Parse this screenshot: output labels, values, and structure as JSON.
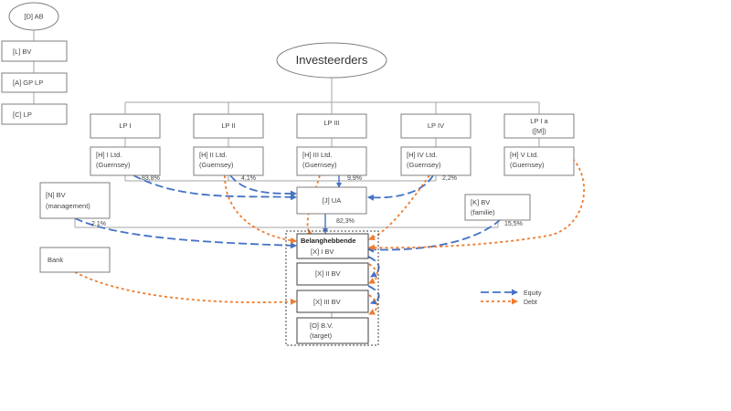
{
  "entities": {
    "d_ab": "[D] AB",
    "l_bv": "[L] BV",
    "a_gp_lp": "[A] GP LP",
    "c_lp": "[C] LP",
    "investeerders": "Investeerders",
    "lp1": "LP I",
    "lp2": "LP II",
    "lp3": "LP III",
    "lp4": "LP IV",
    "lp1a_line1": "LP I a",
    "lp1a_line2": "([M])",
    "h1_line1": "[H] I Ltd.",
    "h1_line2": "(Guernsey)",
    "h2_line1": "[H] II Ltd.",
    "h2_line2": "(Guernsey)",
    "h3_line1": "[H] III Ltd.",
    "h3_line2": "(Guernsey)",
    "h4_line1": "[H] IV Ltd.",
    "h4_line2": "(Guernsey)",
    "h5_line1": "[H] V Ltd.",
    "h5_line2": "(Guernsey)",
    "n_bv_line1": "[N] BV",
    "n_bv_line2": "(management)",
    "j_ua": "[J] UA",
    "k_bv_line1": "[K] BV",
    "k_bv_line2": "(familie)",
    "bank": "Bank",
    "belanghebbende": "Belanghebbende",
    "x1_bv": "[X] I BV",
    "x2_bv": "[X] II BV",
    "x3_bv": "[X] III BV",
    "o_bv_line1": "[O] B.V.",
    "o_bv_line2": "(target)"
  },
  "percentages": {
    "p_h1": "83,8%",
    "p_h2": "4,1%",
    "p_h3": "9,9%",
    "p_h4": "2,2%",
    "p_n": "2,1%",
    "p_j": "82,3%",
    "p_k": "15,5%"
  },
  "legend": {
    "equity": "Equity",
    "debt": "Debt"
  },
  "colors": {
    "equity": "#4472c4",
    "debt": "#ed7d31",
    "box_border": "#7f7f7f",
    "line": "#a6a6a6"
  }
}
